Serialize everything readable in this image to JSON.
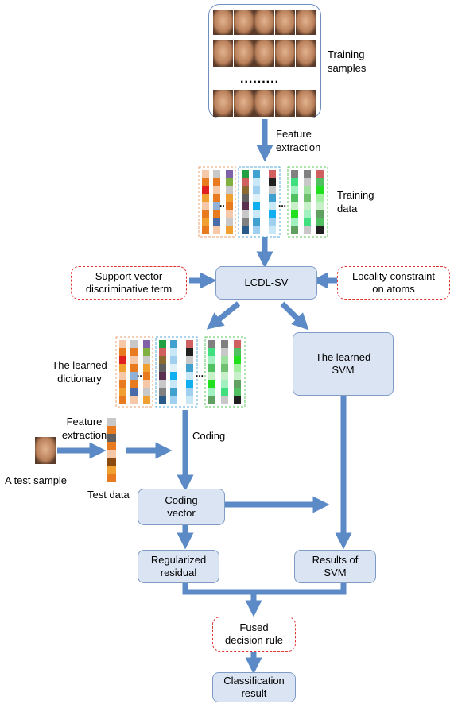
{
  "training_samples": {
    "label": "Training\nsamples",
    "ellipsis": "........."
  },
  "feature_extraction_top": "Feature\nextraction",
  "training_data": "Training\ndata",
  "support_vector_term": "Support vector\ndiscriminative term",
  "lcdl_sv": "LCDL-SV",
  "locality_constraint": "Locality constraint\non atoms",
  "learned_dictionary": "The learned\ndictionary",
  "learned_svm": "The learned\nSVM",
  "feature_extraction_test": "Feature\nextraction",
  "coding": "Coding",
  "test_sample": "A test sample",
  "test_data": "Test data",
  "coding_vector": "Coding\nvector",
  "regularized_residual": "Regularized\nresidual",
  "results_svm": "Results of\nSVM",
  "fused_rule": "Fused\ndecision rule",
  "classification_result": "Classification\nresult",
  "colors": {
    "box_fill": "#dbe4f3",
    "box_border": "#7f9cc6",
    "arrow": "#5b8ac6",
    "dashed_red": "#e03030"
  }
}
